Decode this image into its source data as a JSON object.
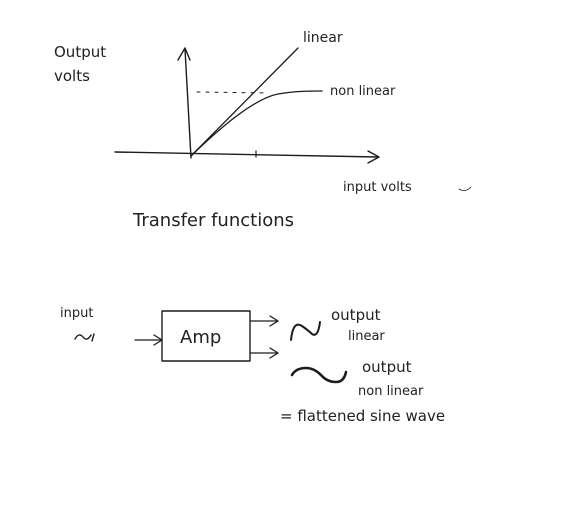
{
  "colors": {
    "ink": "#1c1c1c",
    "paper": "#ffffff"
  },
  "graph": {
    "ylabel_line1": "Output",
    "ylabel_line2": "volts",
    "xlabel": "input volts",
    "caption": "Transfer functions",
    "curve_linear_label": "linear",
    "curve_nonlinear_label": "non linear"
  },
  "block_diagram": {
    "input_label": "input",
    "input_wave_glyph": "∿",
    "amp_label": "Amp",
    "out_linear_line1": "output",
    "out_linear_line2": "linear",
    "out_nonlinear_line1": "output",
    "out_nonlinear_line2": "non linear",
    "note": "= flattened sine wave"
  }
}
